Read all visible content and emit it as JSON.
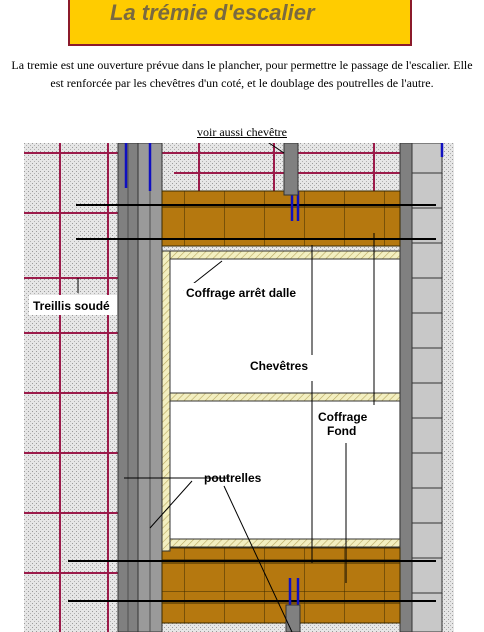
{
  "header": {
    "title": "La trémie d'escalier"
  },
  "intro": {
    "text": "La tremie est une ouverture prévue dans le plancher, pour permettre le passage de l'escalier. Elle est renforcée par les chevêtres d'un coté, et le doublage des poutrelles de l'autre."
  },
  "links": {
    "see_also": "voir aussi chevêtre"
  },
  "diagram": {
    "labels": {
      "treillis": "Treillis soudé",
      "coffrage_arret": "Coffrage arrêt dalle",
      "chevetres": "Chevêtres",
      "coffrage_fond_1": "Coffrage",
      "coffrage_fond_2": "Fond",
      "poutrelles": "poutrelles"
    },
    "colors": {
      "concrete": "#dcdcdc",
      "rebar": "#9b1b4a",
      "brown": "#b5780f",
      "steel": "#808080",
      "dark_steel": "#505050",
      "blue": "#1010c0",
      "hatch": "#e8e2a0"
    }
  }
}
